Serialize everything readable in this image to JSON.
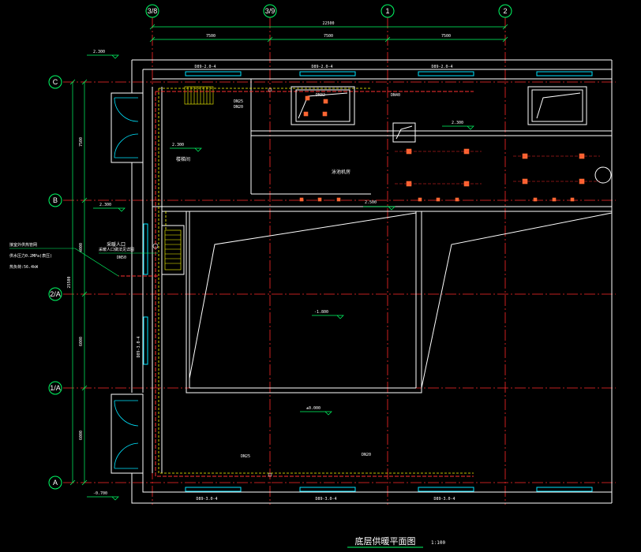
{
  "title": "底层供暖平面图",
  "scale": "1:100",
  "axes_top": [
    "3/8",
    "3/9",
    "1",
    "2"
  ],
  "axes_left": [
    "C",
    "B",
    "2/A",
    "1/A",
    "A"
  ],
  "dims_top": {
    "overall": "22500",
    "segments": [
      "7500",
      "7500",
      "7500"
    ]
  },
  "dims_left": {
    "overall": "25500",
    "segments": [
      "7500",
      "4000",
      "6000",
      "6000"
    ]
  },
  "elevations": {
    "top_left": "2.300",
    "b_left": "2.300",
    "bottom_left": "-0.700",
    "stair_room": "2.300",
    "upper_mid": "2.300",
    "b_line_mid": "2.500",
    "pool": "-1.800",
    "lower_room": "±0.000"
  },
  "room_labels": {
    "stair_room": "楼梯间",
    "upper_mid": "泳池机房",
    "callout": "采暖人口"
  },
  "radiator_tags": {
    "top": [
      "D89-2.0-4",
      "D89-2.0-4",
      "D89-2.0-4"
    ],
    "bottom": [
      "D89-3.0-4",
      "D89-3.0-4",
      "D89-3.0-4"
    ],
    "left_vertical": "D89-3.0-4"
  },
  "pipe_tags": {
    "dn25": "DN25",
    "dn20": "DN20",
    "dn32": "DN32",
    "dn40": "DN40",
    "dn50": "DN50",
    "dn25b": "DN25",
    "dn20b": "DN20"
  },
  "notes": {
    "note_line1": "接室外供热管网",
    "note_line2": "供水压力0.2MPa(表压)",
    "note_line3": "热负荷:56.4kW",
    "callout_desc": "采暖人口做法见详图"
  },
  "colors": {
    "wall": "#ffffff",
    "axis": "#ff2a2a",
    "pipe_supply": "#ff3030",
    "pipe_return": "#ffff00",
    "dim": "#00ff66",
    "radiator": "#00e5ff",
    "equipment": "#ff6633"
  }
}
